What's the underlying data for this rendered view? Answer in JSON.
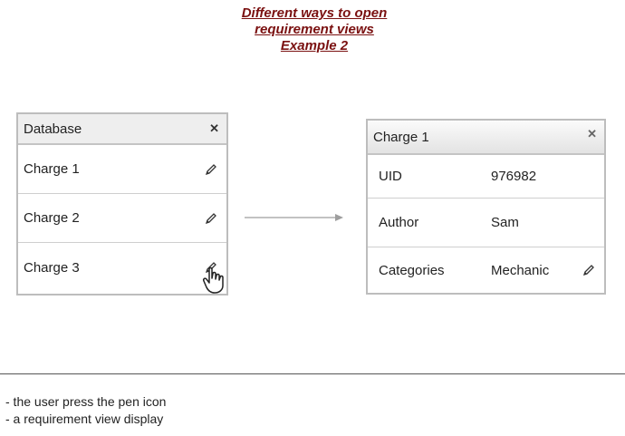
{
  "title": {
    "line1": "Different ways to open",
    "line2": "requirement views",
    "line3": "Example 2"
  },
  "left_panel": {
    "header": "Database",
    "close_icon": "close-icon",
    "items": [
      {
        "label": "Charge 1",
        "icon": "pencil-icon"
      },
      {
        "label": "Charge 2",
        "icon": "pencil-icon"
      },
      {
        "label": "Charge 3",
        "icon": "pencil-icon"
      }
    ]
  },
  "right_panel": {
    "header": "Charge 1",
    "close_icon": "close-icon",
    "rows": [
      {
        "key": "UID",
        "value": "976982"
      },
      {
        "key": "Author",
        "value": "Sam"
      },
      {
        "key": "Categories",
        "value": "Mechanic",
        "icon": "pencil-icon"
      }
    ]
  },
  "notes": [
    "- the user press the pen icon",
    "- a requirement view display"
  ],
  "colors": {
    "title": "#7a1010",
    "border": "#bdbdbd",
    "header_bg": "#eeeeee",
    "arrow": "#9e9e9e"
  }
}
